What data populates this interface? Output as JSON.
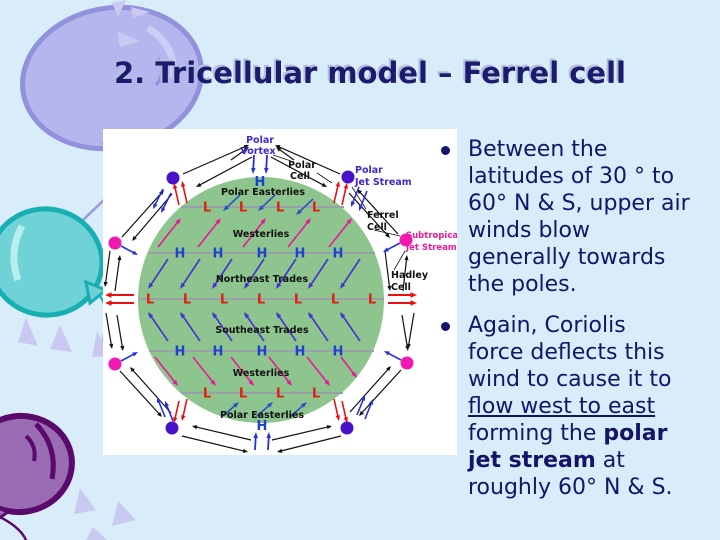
{
  "slide": {
    "title": "2. Tricellular model – Ferrel cell"
  },
  "bullets": [
    {
      "lines": [
        [
          {
            "text": "Between the",
            "style": "plain"
          }
        ],
        [
          {
            "text": "latitudes of 30 ° to",
            "style": "plain"
          }
        ],
        [
          {
            "text": "60° N & S, upper air",
            "style": "plain"
          }
        ],
        [
          {
            "text": "winds blow",
            "style": "plain"
          }
        ],
        [
          {
            "text": "generally towards",
            "style": "plain"
          }
        ],
        [
          {
            "text": "the poles.",
            "style": "plain"
          }
        ]
      ]
    },
    {
      "lines": [
        [
          {
            "text": "Again, Coriolis",
            "style": "plain"
          }
        ],
        [
          {
            "text": "force deflects this",
            "style": "plain"
          }
        ],
        [
          {
            "text": "wind to cause it to",
            "style": "plain"
          }
        ],
        [
          {
            "text": "flow west to east",
            "style": "underline"
          }
        ],
        [
          {
            "text": "forming the ",
            "style": "plain"
          },
          {
            "text": "polar",
            "style": "bold"
          }
        ],
        [
          {
            "text": "jet stream",
            "style": "bold"
          },
          {
            "text": " at",
            "style": "plain"
          }
        ],
        [
          {
            "text": "roughly 60° N & S.",
            "style": "plain"
          }
        ]
      ]
    }
  ],
  "diagram": {
    "labels": {
      "polar_vortex": [
        "Polar",
        "Vortex"
      ],
      "polar_cell": [
        "Polar",
        "Cell"
      ],
      "polar_jet_stream": [
        "Polar",
        "Jet Stream"
      ],
      "ferrel_cell": [
        "Ferrel",
        "Cell"
      ],
      "subtropical_jet_stream": [
        "Subtropical",
        "Jet Stream"
      ],
      "hadley_cell": [
        "Hadley",
        "Cell"
      ],
      "polar_easterlies": "Polar Easterlies",
      "westerlies": "Westerlies",
      "northeast_trades": "Northeast Trades",
      "southeast_trades": "Southeast Trades",
      "high_symbol": "H",
      "low_symbol": "L"
    }
  },
  "colors": {
    "background": "#d9ecf9",
    "title_text": "#1c1c6e",
    "body_text": "#14146a",
    "earth_green": "#8ec48e",
    "latitude_line": "#9aa0a8",
    "low_red": "#e02010",
    "high_blue": "#2040d0",
    "westerlies_arrow": "#e8199e",
    "trades_arrow": "#4a2fd0",
    "easterlies_arrow": "#2a52c8",
    "cell_arrow": "#111111",
    "rising_red": "#e81010",
    "sinking_blue": "#2430e0",
    "polar_jet_dot": "#4812c8",
    "subtropical_jet_dot": "#f018b0",
    "jet_label_purple": "#4028cc",
    "jet_label_magenta": "#f01898"
  }
}
